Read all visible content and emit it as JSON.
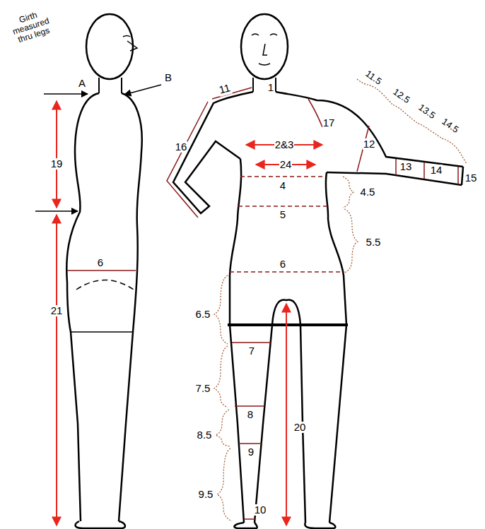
{
  "diagram": {
    "labels": [
      "Girth measured thru legs",
      "A",
      "B",
      "19",
      "21",
      "6",
      "11",
      "1",
      "11.5",
      "12.5",
      "13.5",
      "14.5",
      "16",
      "2&3",
      "24",
      "17",
      "12",
      "13",
      "14",
      "15",
      "4",
      "4.5",
      "5",
      "5.5",
      "6",
      "6.5",
      "7",
      "7.5",
      "8",
      "8.5",
      "9",
      "9.5",
      "20",
      "10"
    ]
  }
}
